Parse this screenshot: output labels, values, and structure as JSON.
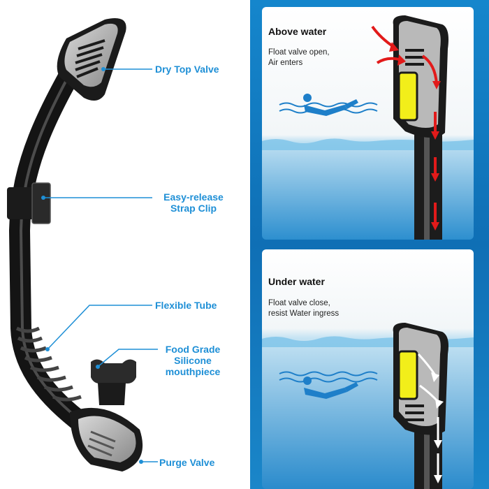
{
  "labels": {
    "dry_top_valve": "Dry Top Valve",
    "strap_clip_line1": "Easy-release",
    "strap_clip_line2": "Strap Clip",
    "flexible_tube": "Flexible Tube",
    "mouthpiece_line1": "Food Grade",
    "mouthpiece_line2": "Silicone",
    "mouthpiece_line3": "mouthpiece",
    "purge_valve": "Purge Valve"
  },
  "panels": {
    "above": {
      "title": "Above water",
      "desc_line1": "Float valve open,",
      "desc_line2": "Air enters"
    },
    "under": {
      "title": "Under water",
      "desc_line1": "Float valve close,",
      "desc_line2": "resist Water ingress"
    }
  },
  "colors": {
    "label_blue": "#1e8fd6",
    "float_yellow": "#f2ee1a",
    "arrow_red": "#e21a1a",
    "panel_blue": "#1582c7"
  }
}
